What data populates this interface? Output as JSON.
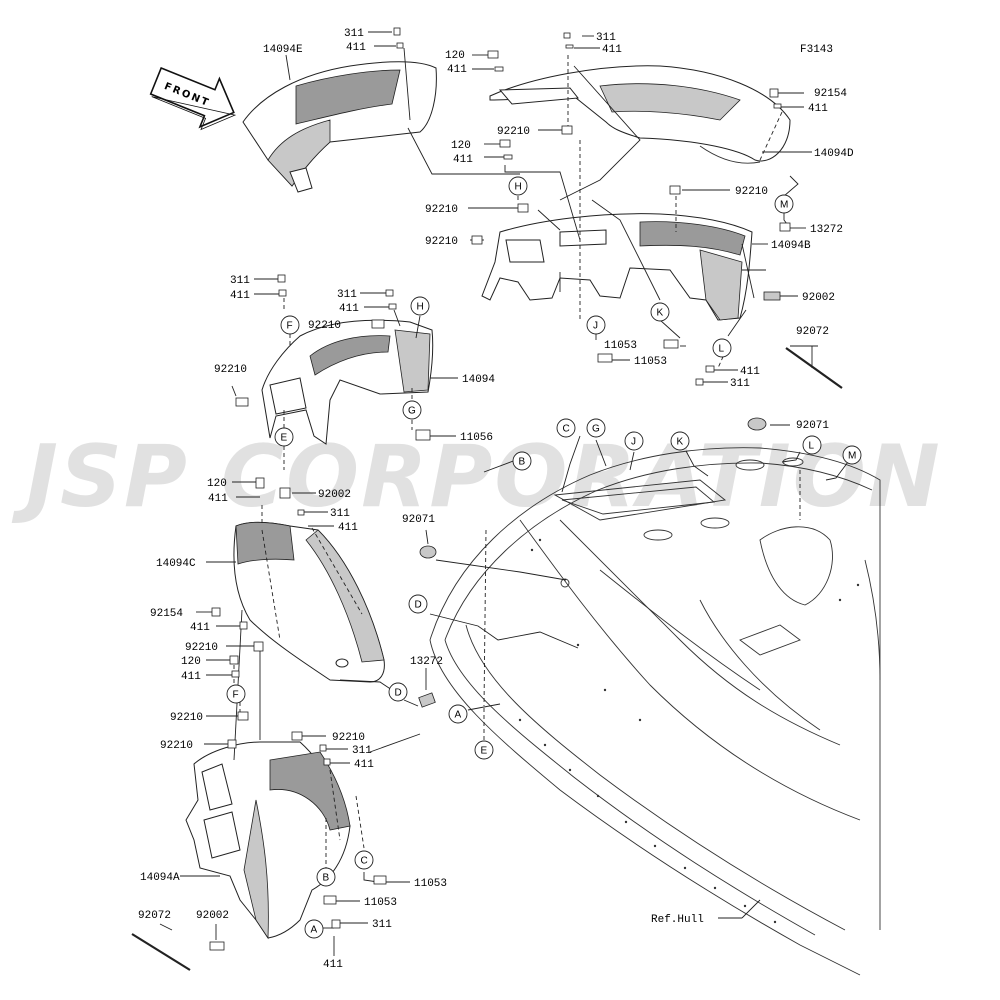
{
  "figure_number": "F3143",
  "watermark": "JSP CORPORATION",
  "front_arrow": "FRONT",
  "reference_label": "Ref.Hull",
  "labels": {
    "l01": "311",
    "l02": "411",
    "l03": "14094E",
    "l04": "120",
    "l05": "411",
    "l06": "311",
    "l07": "411",
    "l08": "92154",
    "l09": "411",
    "l10": "92210",
    "l11": "120",
    "l12": "411",
    "l13": "14094D",
    "l14": "92210",
    "l15": "92210",
    "l16": "13272",
    "l17": "92210",
    "l18": "14094B",
    "l19": "92002",
    "l20": "311",
    "l21": "411",
    "l22": "311",
    "l23": "411",
    "l24": "92210",
    "l25": "14094",
    "l26": "92210",
    "l27": "11053",
    "l28": "11053",
    "l29": "92072",
    "l30": "411",
    "l31": "311",
    "l32": "11056",
    "l33": "92071",
    "l34": "120",
    "l35": "411",
    "l36": "92002",
    "l37": "311",
    "l38": "411",
    "l39": "14094C",
    "l40": "92071",
    "l41": "92154",
    "l42": "411",
    "l43": "92210",
    "l44": "120",
    "l45": "411",
    "l46": "13272",
    "l47": "92210",
    "l48": "92210",
    "l49": "92210",
    "l50": "311",
    "l51": "411",
    "l52": "14094A",
    "l53": "11053",
    "l54": "11053",
    "l55": "92072",
    "l56": "92002",
    "l57": "311",
    "l58": "411"
  },
  "callouts": {
    "c01": "H",
    "c02": "M",
    "c03": "H",
    "c04": "F",
    "c05": "J",
    "c06": "K",
    "c07": "L",
    "c08": "G",
    "c09": "E",
    "c10": "B",
    "c11": "C",
    "c12": "G",
    "c13": "J",
    "c14": "K",
    "c15": "L",
    "c16": "M",
    "c17": "D",
    "c18": "D",
    "c19": "F",
    "c20": "A",
    "c21": "E",
    "c22": "C",
    "c23": "B",
    "c24": "A"
  }
}
